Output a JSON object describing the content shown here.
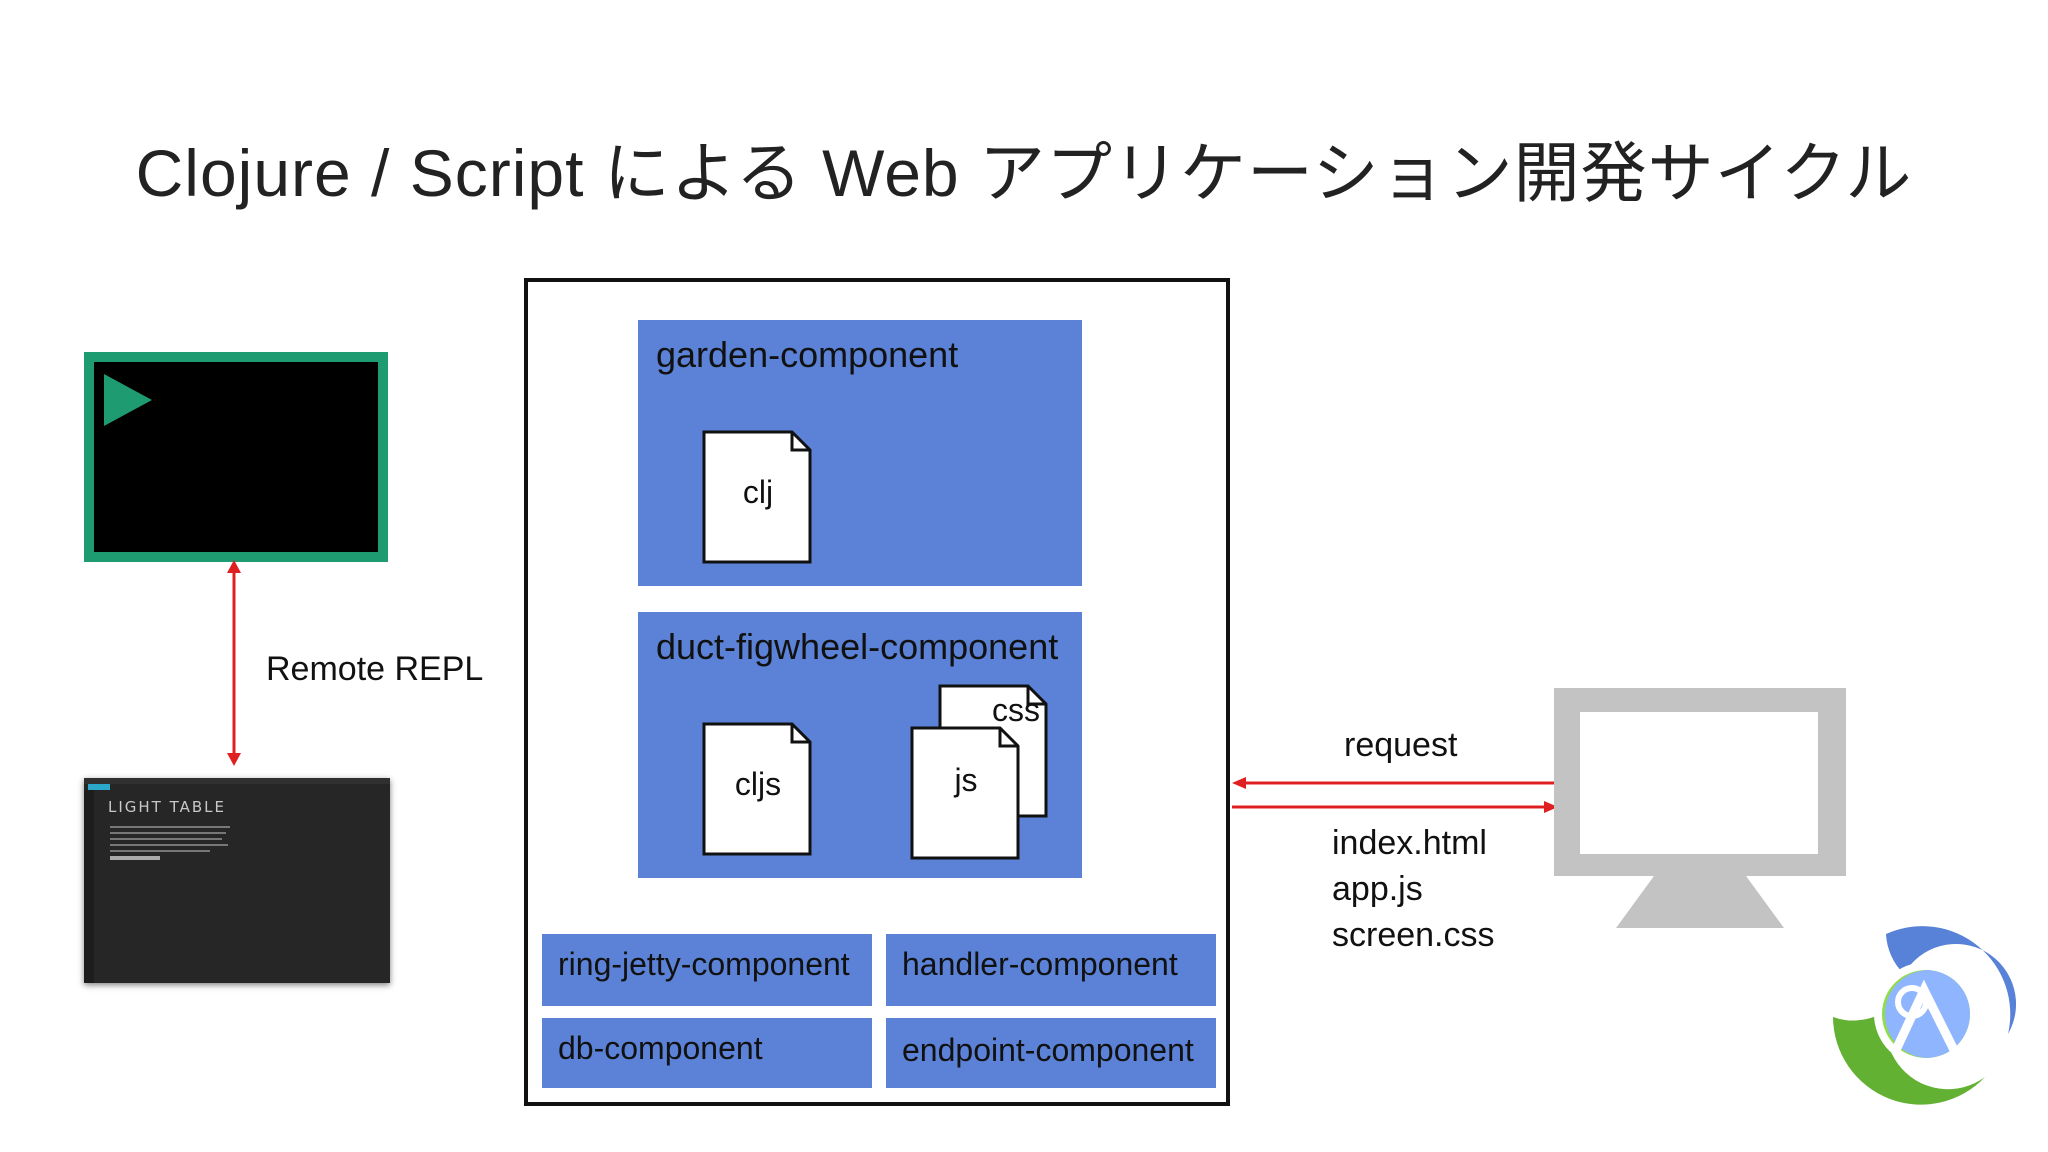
{
  "title": "Clojure / Script による Web アプリケーション開発サイクル",
  "repl": {
    "label": "Remote REPL"
  },
  "light_table": {
    "header": "LIGHT TABLE"
  },
  "components": {
    "garden": {
      "label": "garden-component",
      "file": "clj"
    },
    "figwheel": {
      "label": "duct-figwheel-component",
      "file_cljs": "cljs",
      "file_css": "css",
      "file_js": "js"
    },
    "ring_jetty": {
      "label": "ring-jetty-component"
    },
    "handler": {
      "label": "handler-component"
    },
    "db": {
      "label": "db-component"
    },
    "endpoint": {
      "label": "endpoint-component"
    }
  },
  "browser": {
    "request_label": "request",
    "responses": [
      "index.html",
      "app.js",
      "screen.css"
    ]
  },
  "colors": {
    "component_blue": "#5b82d6",
    "arrow_red": "#e02020",
    "repl_green": "#1f9b72",
    "monitor_gray": "#c3c3c3",
    "clojure_green": "#63b132",
    "clojure_blue": "#5881d8"
  }
}
